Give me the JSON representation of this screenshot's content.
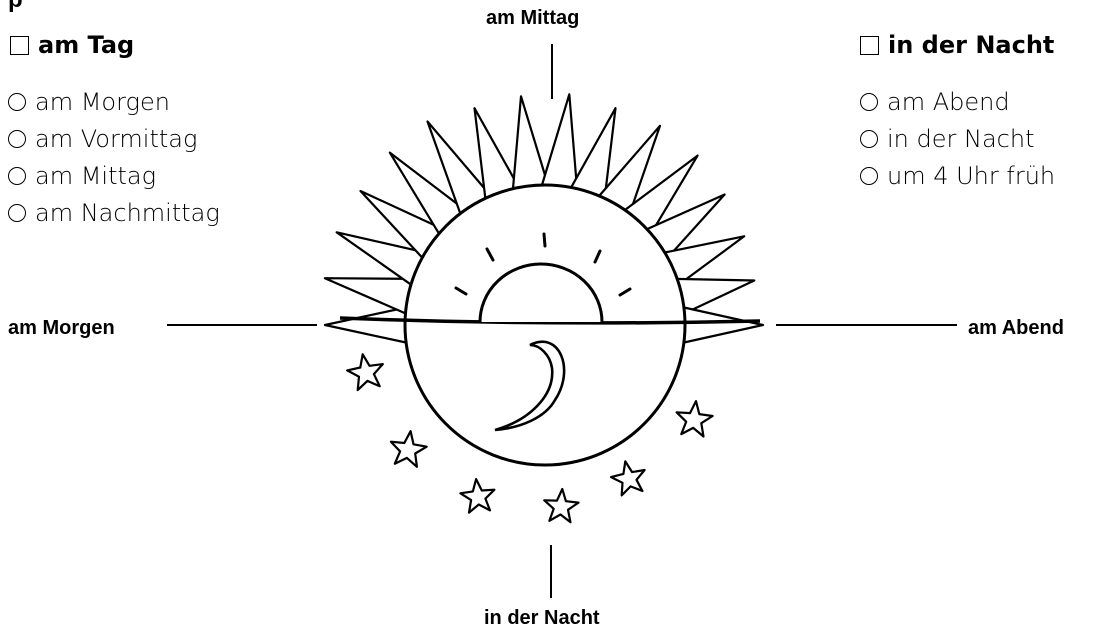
{
  "top_fragment": "p",
  "left_heading": "am Tag",
  "right_heading": "in der Nacht",
  "left_options": [
    "am Morgen",
    "am Vormittag",
    "am Mittag",
    "am Nachmittag"
  ],
  "right_options": [
    "am Abend",
    "in der Nacht",
    "um 4 Uhr früh"
  ],
  "diagram": {
    "top_label": "am Mittag",
    "left_label": "am Morgen",
    "right_label": "am Abend",
    "bottom_label": "in der Nacht"
  }
}
